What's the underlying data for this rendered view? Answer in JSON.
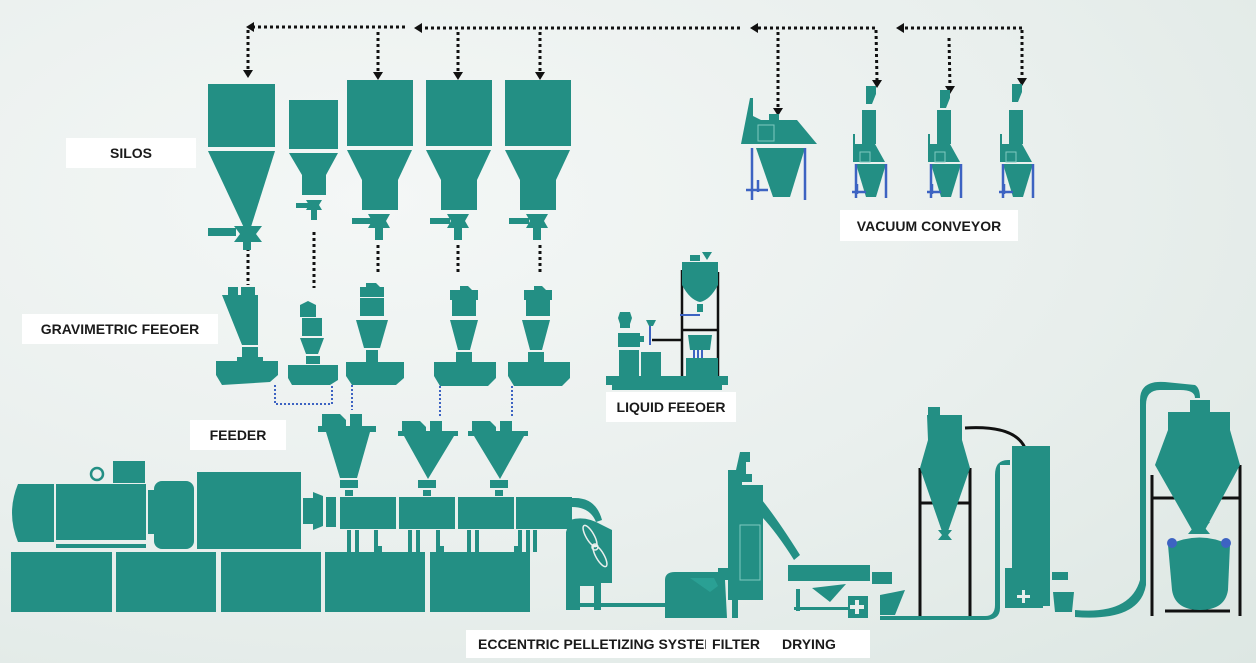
{
  "diagram": {
    "title": "Plastic compounding extrusion line",
    "colors": {
      "equipment": "#238f84",
      "frame": "#111111",
      "stand": "#3d63c2",
      "pneumatic_line": "#111111",
      "feed_line": "#3d63c2",
      "label_bg": "#ffffff",
      "label_text": "#1a1a1a"
    },
    "labels": {
      "silos": "SILOS",
      "gravimetric_feeder": "GRAVIMETRIC FEEOER",
      "feeder": "FEEDER",
      "liquid_feeder": "LIQUID FEEOER",
      "vacuum_conveyor": "VACUUM CONVEYOR",
      "pelletizing": "ECCENTRIC PELLETIZING SYSTEM",
      "filter": "FILTER",
      "drying": "DRYING"
    },
    "counts": {
      "silos": 5,
      "gravimetric_feeders": 5,
      "side_feeders": 3,
      "vacuum_conveyors": 4,
      "extruder_base_blocks": 5
    },
    "icons": {
      "arrow": "arrow-down-icon",
      "fan": "fan-icon",
      "cross": "plus-icon"
    }
  }
}
